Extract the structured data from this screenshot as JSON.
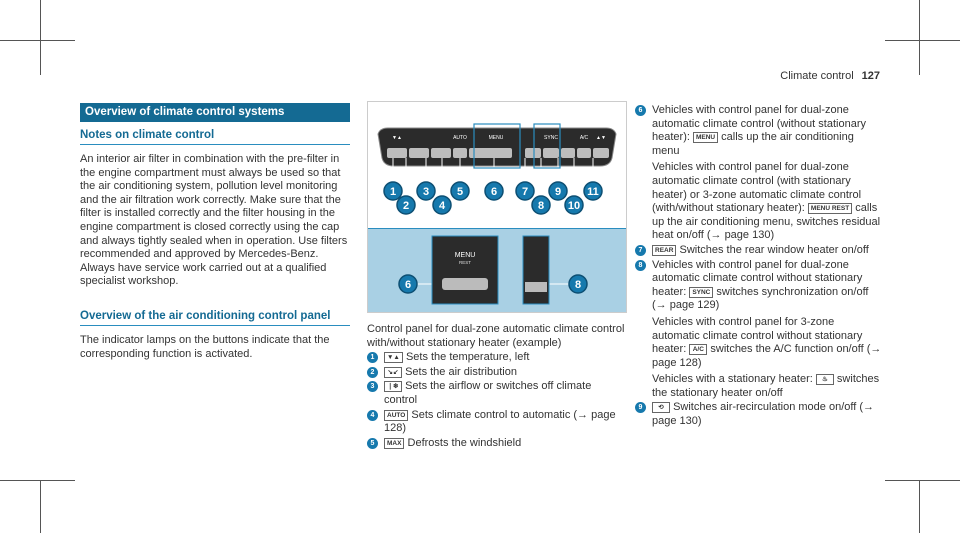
{
  "header": {
    "section": "Climate control",
    "page": "127"
  },
  "left": {
    "band": "Overview of climate control systems",
    "h_notes": "Notes on climate control",
    "notes": "An interior air filter in combination with the pre-filter in the engine compartment must always be used so that the air conditioning system, pollution level monitoring and the air filtration work correctly. Make sure that the filter is installed correctly and the filter housing in the engine compartment is closed correctly using the cap and always tightly sealed when in operation. Use filters recommended and approved by Mercedes-Benz. Always have service work carried out at a qualified specialist workshop.",
    "h_panel": "Overview of the air conditioning control panel",
    "panel_text": "The indicator lamps on the buttons indicate that the corresponding function is activated."
  },
  "figure": {
    "labels": [
      "▼▲",
      "",
      "",
      "AUTO",
      "",
      "MENU",
      "",
      "SYNC",
      "",
      "A/C",
      "▲▼"
    ],
    "callouts": [
      "1",
      "2",
      "3",
      "4",
      "5",
      "6",
      "7",
      "8",
      "9",
      "10",
      "11"
    ],
    "detail_menu": "MENU",
    "detail_rest": "REST",
    "detail_6": "6",
    "detail_8": "8",
    "caption": "Control panel for dual-zone automatic climate control with/without stationary heater (example)"
  },
  "items_mid": [
    {
      "n": "1",
      "icon": "▼▲",
      "text": "Sets the temperature, left"
    },
    {
      "n": "2",
      "icon": "↘↙",
      "text": "Sets the air distribution"
    },
    {
      "n": "3",
      "icon": "❘❄",
      "text": "Sets the airflow or switches off climate control"
    },
    {
      "n": "4",
      "icon": "AUTO",
      "text": "Sets climate control to automatic (→ page 128)"
    },
    {
      "n": "5",
      "icon": "MAX",
      "text": "Defrosts the windshield"
    }
  ],
  "items_right": {
    "i6": {
      "n": "6",
      "a1": "Vehicles with control panel for dual-zone automatic climate control (without stationary heater): ",
      "icon1": "MENU",
      "a2": " calls up the air conditioning menu",
      "b1": "Vehicles with control panel for dual-zone automatic climate control (with stationary heater) or 3-zone automatic climate control (with/without stationary heater): ",
      "icon2": "MENU REST",
      "b2": " calls up the air conditioning menu, switches residual heat on/off (→ page 130)"
    },
    "i7": {
      "n": "7",
      "icon": "REAR",
      "text": "Switches the rear window heater on/off"
    },
    "i8": {
      "n": "8",
      "a1": "Vehicles with control panel for dual-zone automatic climate control without stationary heater: ",
      "icon1": "SYNC",
      "a2": " switches synchronization on/off (→ page 129)",
      "b1": "Vehicles with control panel for 3-zone automatic climate control without stationary heater: ",
      "icon2": "A/C",
      "b2": " switches the A/C function on/off (→ page 128)",
      "c1": "Vehicles with a stationary heater: ",
      "icon3": "♨",
      "c2": " switches the stationary heater on/off"
    },
    "i9": {
      "n": "9",
      "icon": "⟲",
      "text": "Switches air-recirculation mode on/off (→ page 130)"
    }
  }
}
